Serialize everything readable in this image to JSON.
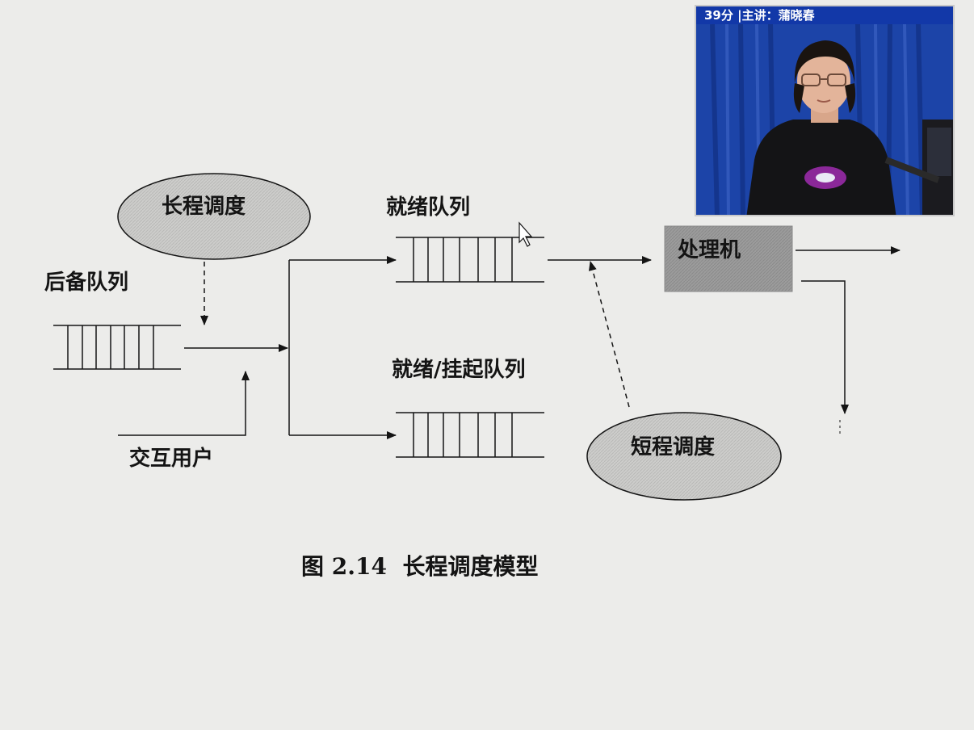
{
  "diagram": {
    "long_term_scheduling": "长程调度",
    "backup_queue": "后备队列",
    "interactive_user": "交互用户",
    "ready_queue": "就绪队列",
    "ready_suspend_queue": "就绪/挂起队列",
    "processor": "处理机",
    "short_term_scheduling": "短程调度",
    "caption": "图 2.14  长程调度模型"
  },
  "video": {
    "caption": "39分 |主讲：蒲晓春"
  },
  "colors": {
    "background": "#ececea",
    "ellipse_fill": "#cfcfcd",
    "processor_fill": "#9a9a9a",
    "video_bar": "#1238a8",
    "curtain": "#1a3d9c"
  }
}
